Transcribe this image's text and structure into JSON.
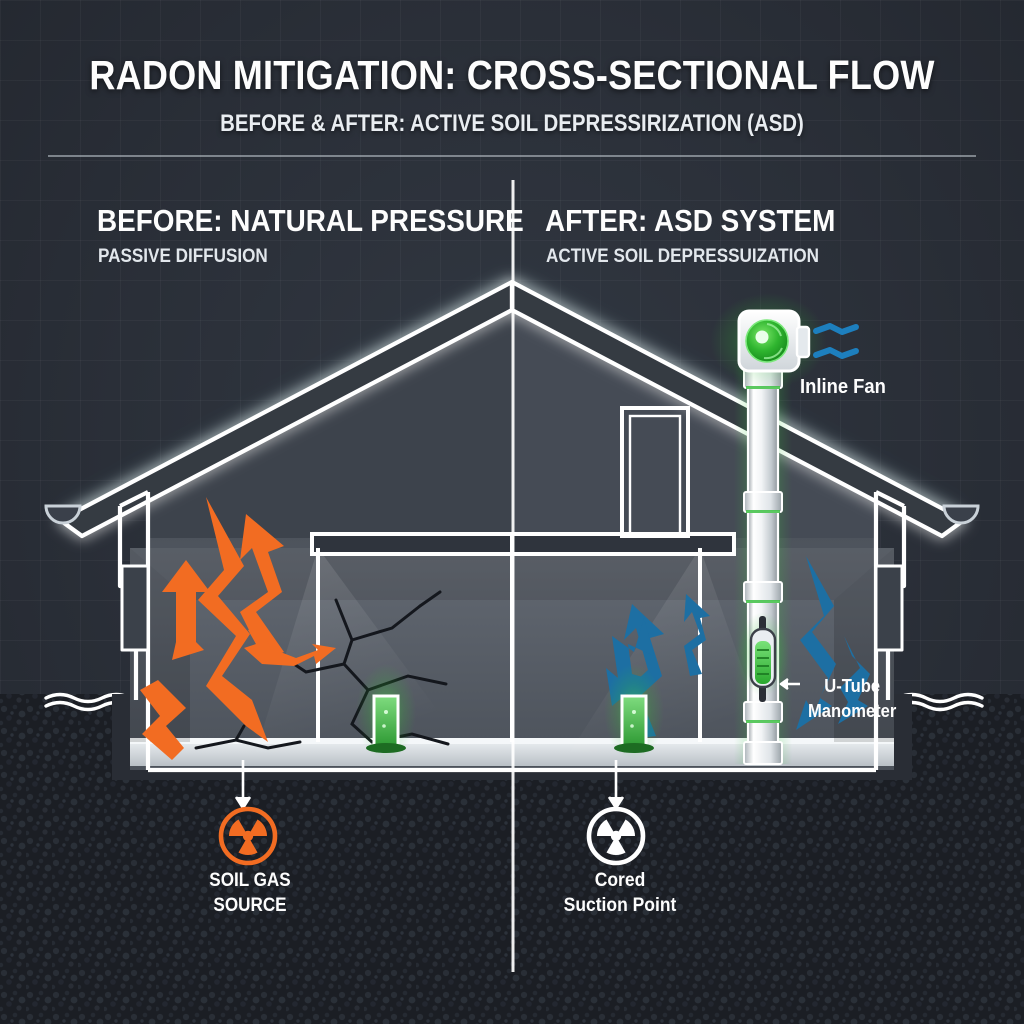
{
  "header": {
    "title": "RADON MITIGATION: CROSS-SECTIONAL FLOW",
    "subtitle": "BEFORE & AFTER: ACTIVE SOIL DEPRESSIRIZATION (ASD)"
  },
  "panels": {
    "left": {
      "heading": "BEFORE: NATURAL PRESSURE",
      "subheading": "PASSIVE DIFFUSION",
      "callout_label_line1": "SOIL GAS",
      "callout_label_line2": "SOURCE",
      "callout_icon": "radioactive-trefoil-icon",
      "accent_color": "#F26C22"
    },
    "right": {
      "heading": "AFTER: ASD SYSTEM",
      "subheading": "ACTIVE SOIL DEPRESSUIZATION",
      "callout_label_line1": "Cored",
      "callout_label_line2": "Suction Point",
      "callout_icon": "radioactive-trefoil-icon",
      "accent_color": "#1D6FA3"
    }
  },
  "annotations": {
    "fan_label": "Inline Fan",
    "manometer_label_line1": "U-Tube",
    "manometer_label_line2": "Manometer"
  },
  "colors": {
    "background": "#2a2f38",
    "outline": "#ffffff",
    "radon_arrow_orange": "#F26C22",
    "air_arrow_blue": "#1D6FA3",
    "glow_green": "#3FCB45",
    "soil_dark": "#1b1e24",
    "interior_fill": "#575d66",
    "crack_black": "#12141a"
  }
}
